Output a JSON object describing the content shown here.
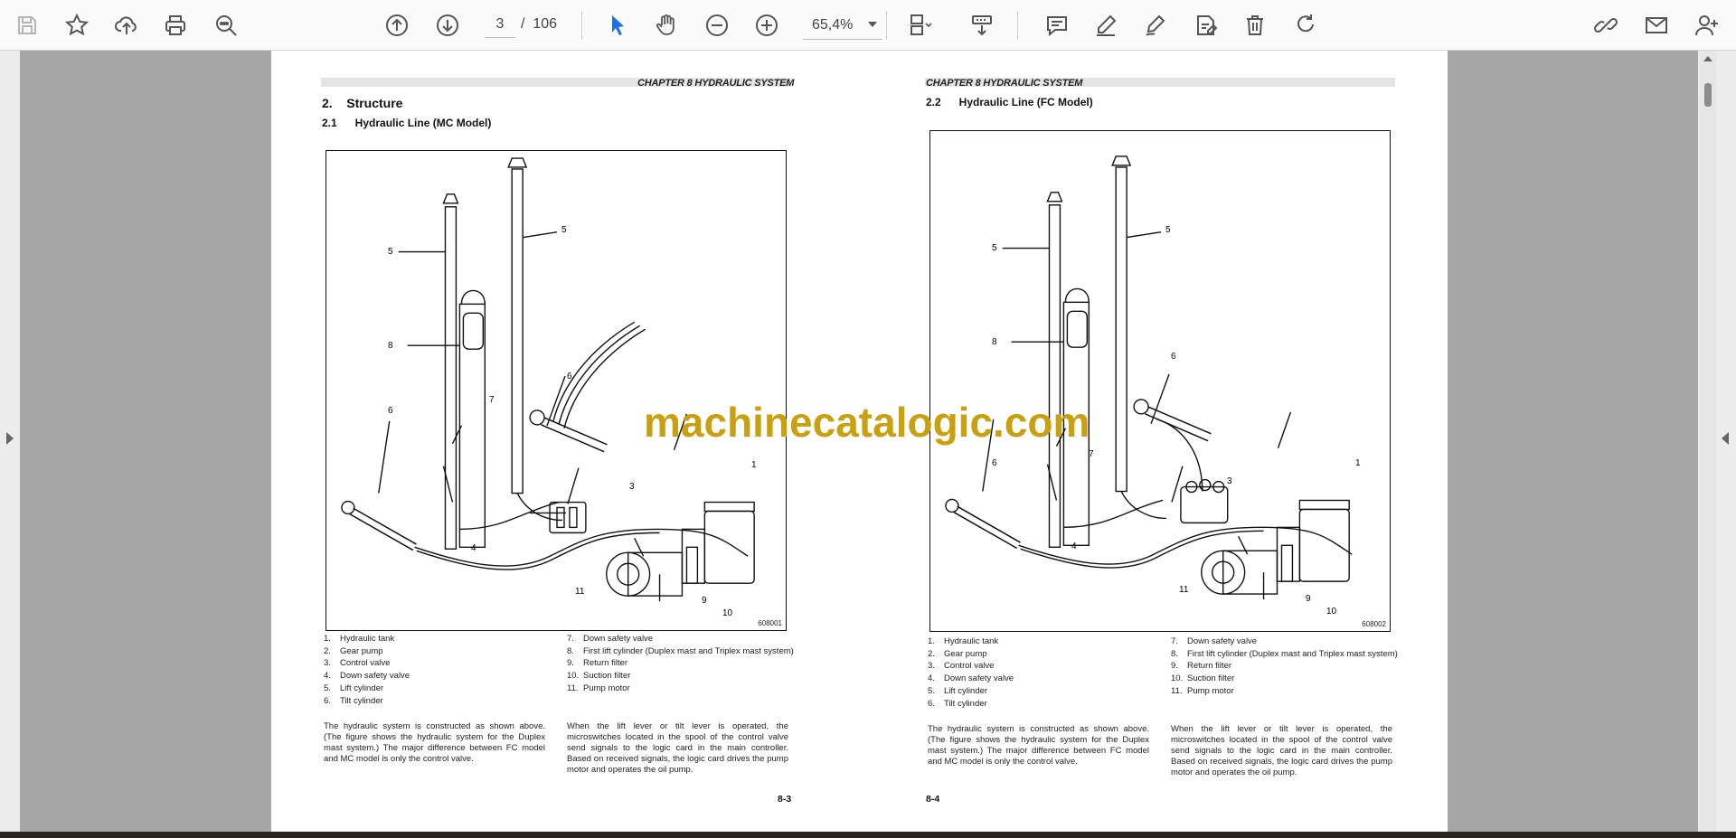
{
  "toolbar": {
    "page_current": "3",
    "page_separator": "/",
    "page_total": "106",
    "zoom_value": "65,4%"
  },
  "watermark": "machinecatalogic.com",
  "pages": [
    {
      "chapter": "CHAPTER 8 HYDRAULIC SYSTEM",
      "section_title": "2.    Structure",
      "subsection_title": "2.1      Hydraulic Line (MC Model)",
      "figure_code": "608001",
      "callouts": [
        "5",
        "5",
        "8",
        "6",
        "7",
        "6",
        "3",
        "1",
        "4",
        "11",
        "9",
        "10"
      ],
      "legend_left": [
        {
          "num": "1.",
          "text": "Hydraulic tank"
        },
        {
          "num": "2.",
          "text": "Gear pump"
        },
        {
          "num": "3.",
          "text": "Control valve"
        },
        {
          "num": "4.",
          "text": "Down safety valve"
        },
        {
          "num": "5.",
          "text": "Lift cylinder"
        },
        {
          "num": "6.",
          "text": "Tilt cylinder"
        }
      ],
      "legend_right": [
        {
          "num": "7.",
          "text": "Down safety valve"
        },
        {
          "num": "8.",
          "text": "First lift cylinder (Duplex mast and Triplex mast system)"
        },
        {
          "num": "9.",
          "text": "Return filter"
        },
        {
          "num": "10.",
          "text": "Suction filter"
        },
        {
          "num": "11.",
          "text": "Pump motor"
        }
      ],
      "para_left": "The hydraulic system is constructed as shown above. (The figure shows the hydraulic system for the Duplex mast system.) The major difference between FC model and MC model is only the control valve.",
      "para_right": "When the lift lever or tilt lever is operated, the microswitches located in the spool of the control valve send signals to the logic card in the main controller. Based on received signals, the logic card drives the pump motor and operates the oil pump.",
      "page_number": "8-3"
    },
    {
      "chapter": "CHAPTER 8 HYDRAULIC SYSTEM",
      "subsection_title": "2.2      Hydraulic Line (FC Model)",
      "figure_code": "608002",
      "callouts": [
        "5",
        "5",
        "6",
        "8",
        "7",
        "6",
        "3",
        "1",
        "4",
        "11",
        "9",
        "10"
      ],
      "legend_left": [
        {
          "num": "1.",
          "text": "Hydraulic tank"
        },
        {
          "num": "2.",
          "text": "Gear pump"
        },
        {
          "num": "3.",
          "text": "Control valve"
        },
        {
          "num": "4.",
          "text": "Down safety valve"
        },
        {
          "num": "5.",
          "text": "Lift cylinder"
        },
        {
          "num": "6.",
          "text": "Tilt cylinder"
        }
      ],
      "legend_right": [
        {
          "num": "7.",
          "text": "Down safety valve"
        },
        {
          "num": "8.",
          "text": "First lift cylinder (Duplex mast and Triplex mast system)"
        },
        {
          "num": "9.",
          "text": "Return filter"
        },
        {
          "num": "10.",
          "text": "Suction filter"
        },
        {
          "num": "11.",
          "text": "Pump motor"
        }
      ],
      "para_left": "The hydraulic system is constructed as shown above. (The figure shows the hydraulic system for the Duplex mast system.) The major difference between FC model and MC model is only the control valve.",
      "para_right": "When the lift lever or tilt lever is operated, the microswitches located in the spool of the control valve send signals to the logic card in the main controller. Based on received signals, the logic card drives the pump motor and operates the oil pump.",
      "page_number": "8-4"
    }
  ],
  "icons": [
    "save-icon",
    "bookmark-star-icon",
    "upload-cloud-icon",
    "print-icon",
    "zoom-search-icon",
    "page-up-icon",
    "page-down-icon",
    "select-cursor-icon",
    "hand-pan-icon",
    "zoom-out-icon",
    "zoom-in-icon",
    "page-layout-icon",
    "scroll-mode-icon",
    "comment-icon",
    "highlight-pen-icon",
    "draw-icon",
    "edit-text-icon",
    "delete-icon",
    "redo-icon",
    "share-link-icon",
    "mail-icon",
    "add-user-icon"
  ],
  "colors": {
    "accent": "#1a73e8",
    "watermark": "#c9a010",
    "viewer_bg": "#a6a6a6"
  }
}
